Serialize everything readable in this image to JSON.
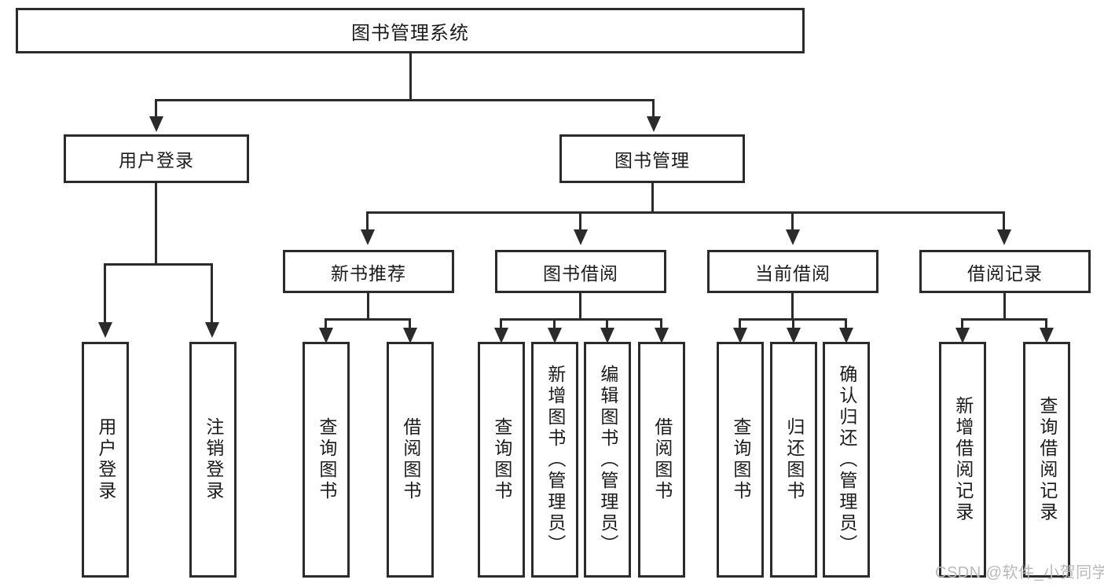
{
  "diagram": {
    "title": "图书管理系统",
    "type": "功能结构图",
    "root": {
      "id": "root",
      "label": "图书管理系统",
      "orientation": "horizontal"
    },
    "level2": [
      {
        "id": "user-login",
        "label": "用户登录",
        "orientation": "horizontal"
      },
      {
        "id": "book-manage",
        "label": "图书管理",
        "orientation": "horizontal"
      }
    ],
    "level3": [
      {
        "id": "new-book-recommend",
        "label": "新书推荐",
        "orientation": "horizontal",
        "parent": "book-manage"
      },
      {
        "id": "book-borrow",
        "label": "图书借阅",
        "orientation": "horizontal",
        "parent": "book-manage"
      },
      {
        "id": "current-borrow",
        "label": "当前借阅",
        "orientation": "horizontal",
        "parent": "book-manage"
      },
      {
        "id": "borrow-record",
        "label": "借阅记录",
        "orientation": "horizontal",
        "parent": "book-manage"
      }
    ],
    "leaves": [
      {
        "id": "leaf-user-login",
        "label": "用户登录",
        "parent": "user-login",
        "orientation": "vertical"
      },
      {
        "id": "leaf-logout-login",
        "label": "注销登录",
        "parent": "user-login",
        "orientation": "vertical"
      },
      {
        "id": "leaf-query-book-1",
        "label": "查询图书",
        "parent": "new-book-recommend",
        "orientation": "vertical"
      },
      {
        "id": "leaf-borrow-book-1",
        "label": "借阅图书",
        "parent": "new-book-recommend",
        "orientation": "vertical"
      },
      {
        "id": "leaf-query-book-2",
        "label": "查询图书",
        "parent": "book-borrow",
        "orientation": "vertical"
      },
      {
        "id": "leaf-add-book",
        "label": "新增图书（管理员）",
        "parent": "book-borrow",
        "orientation": "vertical"
      },
      {
        "id": "leaf-edit-book",
        "label": "编辑图书（管理员）",
        "parent": "book-borrow",
        "orientation": "vertical"
      },
      {
        "id": "leaf-borrow-book-2",
        "label": "借阅图书",
        "parent": "book-borrow",
        "orientation": "vertical"
      },
      {
        "id": "leaf-query-book-3",
        "label": "查询图书",
        "parent": "current-borrow",
        "orientation": "vertical"
      },
      {
        "id": "leaf-return-book",
        "label": "归还图书",
        "parent": "current-borrow",
        "orientation": "vertical"
      },
      {
        "id": "leaf-confirm-return",
        "label": "确认归还（管理员）",
        "parent": "current-borrow",
        "orientation": "vertical"
      },
      {
        "id": "leaf-add-record",
        "label": "新增借阅记录",
        "parent": "borrow-record",
        "orientation": "vertical"
      },
      {
        "id": "leaf-query-record",
        "label": "查询借阅记录",
        "parent": "borrow-record",
        "orientation": "vertical"
      }
    ]
  },
  "watermark": {
    "text": "CSDN @软件_小贺同学"
  },
  "colors": {
    "stroke": "#2b2b2b",
    "background": "#ffffff",
    "text": "#1b1b1b",
    "watermark": "#b9b9b9"
  }
}
